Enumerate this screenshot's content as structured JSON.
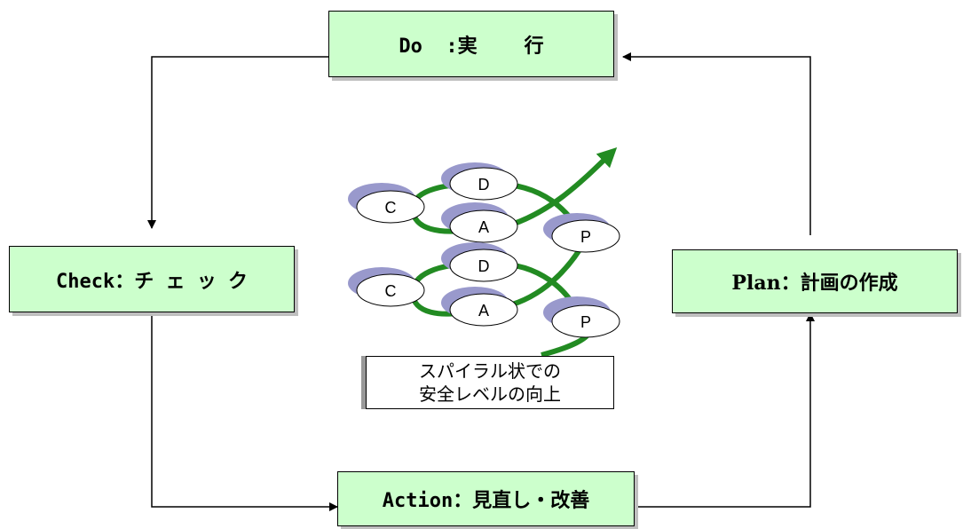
{
  "boxes": {
    "do": "Do  :実    行",
    "check": "Check：チ ェ ッ ク",
    "plan": "Plan：計画の作成",
    "action": "Action：見直し・改善"
  },
  "spiral": {
    "upper": {
      "d": "D",
      "c": "C",
      "a": "A",
      "p": "P"
    },
    "lower": {
      "d": "D",
      "c": "C",
      "a": "A",
      "p": "P"
    },
    "label_line1": "スパイラル状での",
    "label_line2": "安全レベルの向上"
  },
  "colors": {
    "box_fill": "#ccffcc",
    "spiral_green": "#228b22",
    "bubble_shadow": "#9999cc"
  }
}
